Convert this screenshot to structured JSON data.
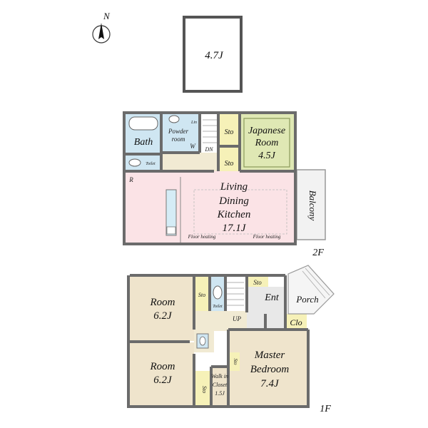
{
  "compass": {
    "north": "N"
  },
  "loft": {
    "size": "4.7J"
  },
  "floor2": {
    "label": "2F",
    "bath": "Bath",
    "powder_room": [
      "Powder",
      "room"
    ],
    "lin": "Lin",
    "w": "W",
    "toilet": "Toilet",
    "dn": "DN",
    "sto_upper": "Sto",
    "sto_lower": "Sto",
    "japanese_room": [
      "Japanese",
      "Room",
      "4.5J"
    ],
    "ldk": [
      "Living",
      "Dining",
      "Kitchen",
      "17.1J"
    ],
    "r": "R",
    "floor_heating_1": "Floor heating",
    "floor_heating_2": "Floor heating",
    "balcony": "Balcony"
  },
  "floor1": {
    "label": "1F",
    "room_top": [
      "Room",
      "6.2J"
    ],
    "room_bottom": [
      "Room",
      "6.2J"
    ],
    "master": [
      "Master",
      "Bedroom",
      "7.4J"
    ],
    "walk_in": [
      "Walk in",
      "Closet",
      "1.5J"
    ],
    "sto_a": "Sto",
    "sto_b": "Sto",
    "sto_c": "Sto",
    "sto_d": "Sto",
    "toilet": "Toilet",
    "up": "UP",
    "ent": "Ent",
    "porch": "Porch",
    "clo": "Clo"
  },
  "colors": {
    "wall": "#6b6b6b",
    "bath": "#cfe6f2",
    "stairs_hall": "#f1ead3",
    "storage": "#f6f1b8",
    "japanese": "#dfe8b4",
    "ldk": "#fbe3e6",
    "room": "#efe4cc",
    "entry": "#e8e8e8"
  }
}
